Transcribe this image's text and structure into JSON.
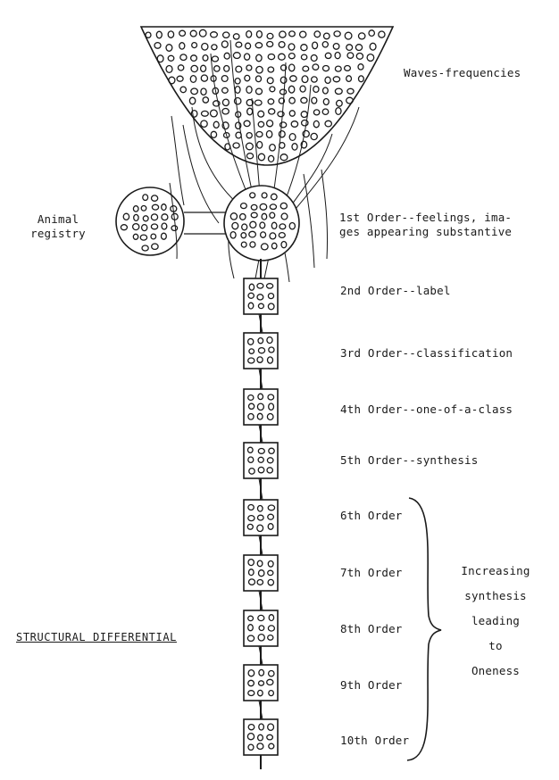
{
  "labels": {
    "waves": "Waves-frequencies",
    "animal_line1": "Animal",
    "animal_line2": "registry",
    "order1_line1": "1st Order--feelings, ima-",
    "order1_line2": "ges appearing substantive",
    "order2": "2nd Order--label",
    "order3": "3rd Order--classification",
    "order4": "4th Order--one-of-a-class",
    "order5": "5th Order--synthesis",
    "order6": "6th Order",
    "order7": "7th Order",
    "order8": "8th Order",
    "order9": "9th Order",
    "order10": "10th Order",
    "synthesis_1": "Increasing",
    "synthesis_2": "synthesis",
    "synthesis_3": "leading",
    "synthesis_4": "to",
    "synthesis_5": "Oneness",
    "title": "STRUCTURAL DIFFERENTIAL"
  }
}
